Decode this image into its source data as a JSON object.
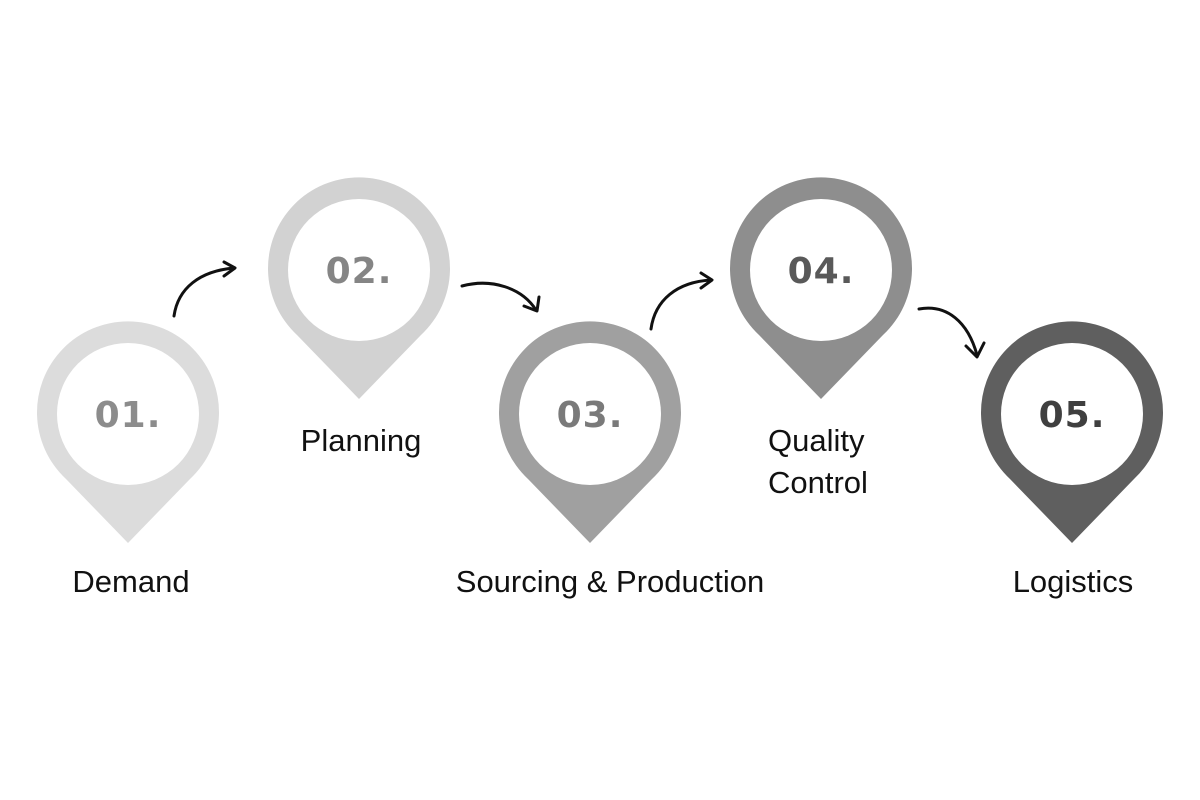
{
  "diagram": {
    "type": "process-roadmap",
    "steps": [
      {
        "number": "01.",
        "label_lines": [
          "Demand"
        ],
        "pin_color": "#dcdcdc",
        "text_color": "#8c8c8c"
      },
      {
        "number": "02.",
        "label_lines": [
          "Planning"
        ],
        "pin_color": "#d2d2d2",
        "text_color": "#858585"
      },
      {
        "number": "03.",
        "label_lines": [
          "Sourcing & Production"
        ],
        "pin_color": "#a0a0a0",
        "text_color": "#7a7a7a"
      },
      {
        "number": "04.",
        "label_lines": [
          "Quality",
          "Control"
        ],
        "pin_color": "#8e8e8e",
        "text_color": "#595959"
      },
      {
        "number": "05.",
        "label_lines": [
          "Logistics"
        ],
        "pin_color": "#5f5f5f",
        "text_color": "#3f3f3f"
      }
    ],
    "connector_color": "#111111",
    "inner_circle_color": "#ffffff"
  }
}
